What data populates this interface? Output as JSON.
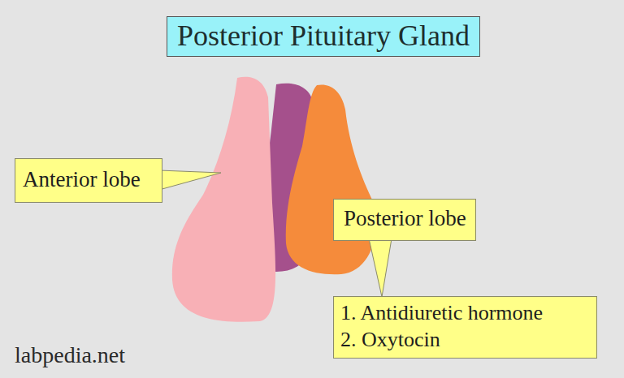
{
  "diagram": {
    "title": "Posterior Pituitary Gland",
    "nodes": [
      {
        "text": [
          "Anterior lobe"
        ]
      },
      {
        "text": [
          "Posterior lobe"
        ]
      },
      {
        "text": [
          "1. Antidiuretic hormone",
          "2. Oxytocin"
        ]
      }
    ],
    "edges": [
      {
        "from": 1,
        "to": 2,
        "arrow": "none"
      }
    ],
    "labels": [
      "labpedia.net"
    ]
  }
}
